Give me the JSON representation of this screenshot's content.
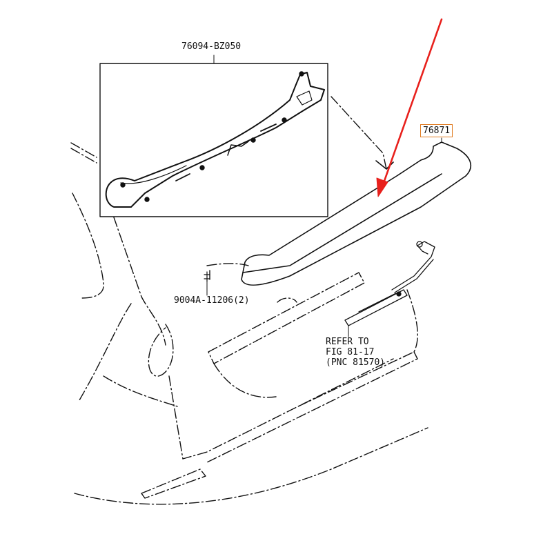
{
  "labels": {
    "inset_part": "76094-BZ050",
    "spoiler_part": "76871",
    "screw_part": "9004A-11206(2)"
  },
  "reference": {
    "line1": "REFER TO",
    "line2": "FIG 81-17",
    "line3": "(PNC 81570)"
  },
  "colors": {
    "highlight_box": "#e07a1f",
    "arrow": "#e8201c",
    "ink": "#111111"
  }
}
